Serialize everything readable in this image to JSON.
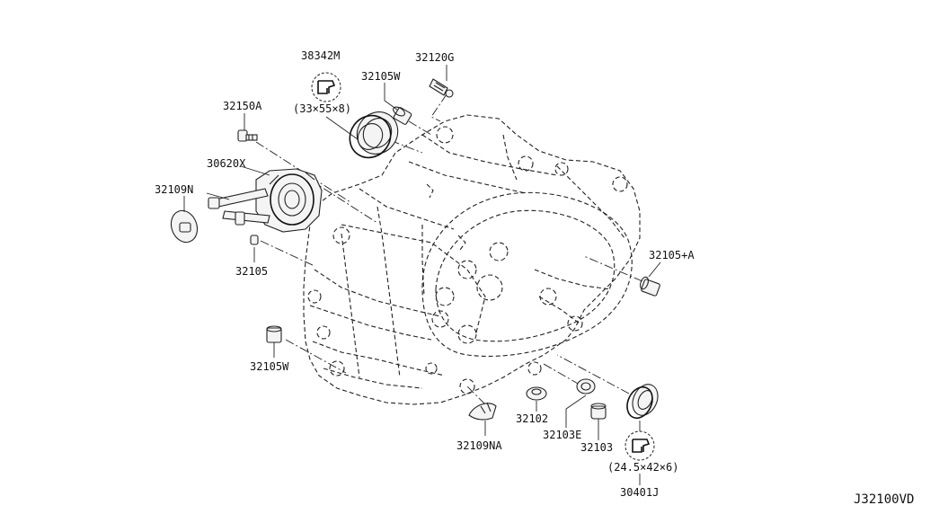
{
  "diagram_ref": "J32100VD",
  "parts": {
    "p38342M": "38342M",
    "p38342M_dim": "(33×55×8)",
    "p32105W_top": "32105W",
    "p32120G": "32120G",
    "p32150A": "32150A",
    "p30620X": "30620X",
    "p32109N": "32109N",
    "p32105": "32105",
    "p32105W_bottom": "32105W",
    "p32105_A": "32105+A",
    "p32109NA": "32109NA",
    "p32102": "32102",
    "p32103E": "32103E",
    "p32103": "32103",
    "p30401J_dim": "(24.5×42×6)",
    "p30401J": "30401J"
  },
  "icons": {
    "oil_seal_callout": "oil-seal-section-icon"
  }
}
